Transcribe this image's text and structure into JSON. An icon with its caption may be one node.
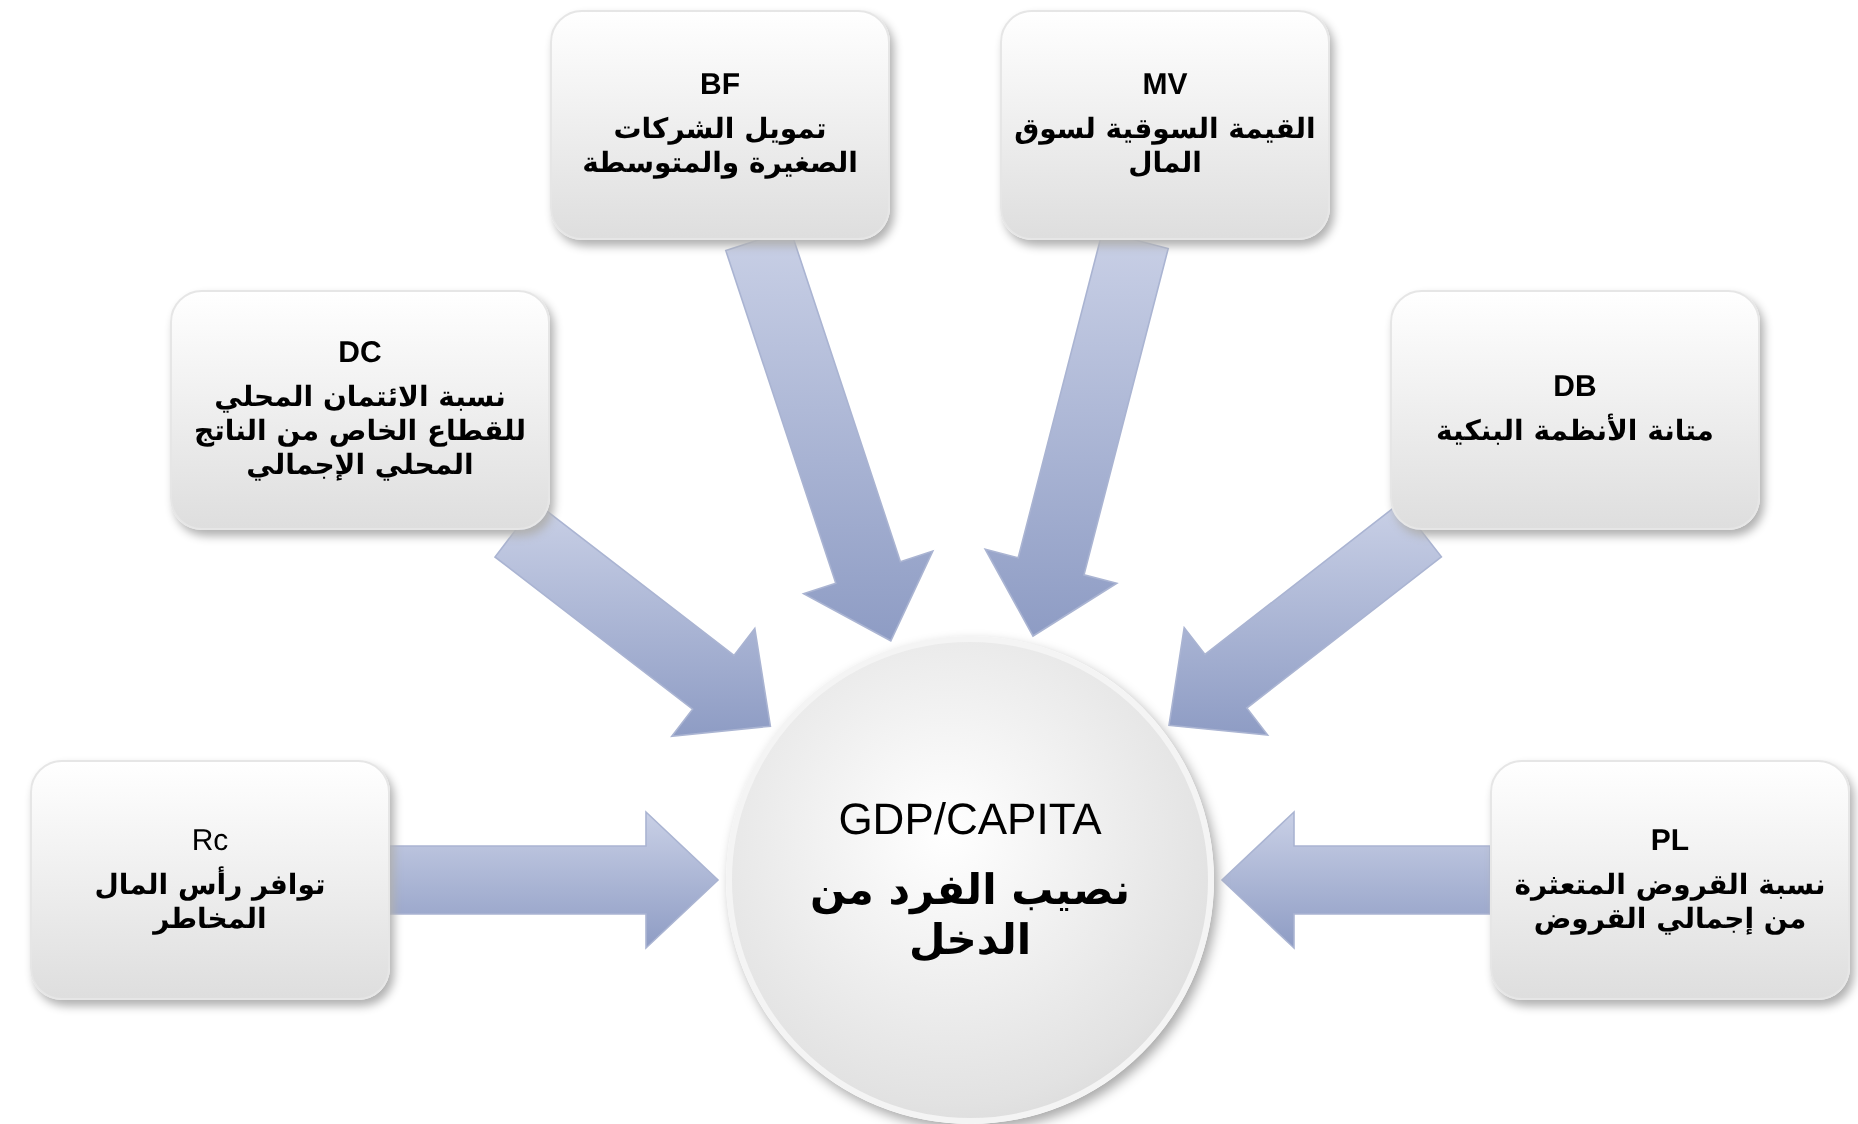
{
  "diagram": {
    "nodes": [
      {
        "text": [
          "BF",
          "تمويل الشركات الصغيرة والمتوسطة"
        ]
      },
      {
        "text": [
          "MV",
          "القيمة السوقية لسوق المال"
        ]
      },
      {
        "text": [
          "DC",
          "نسبة الائتمان المحلي للقطاع الخاص من الناتج المحلي الإجمالي"
        ]
      },
      {
        "text": [
          "DB",
          "متانة الأنظمة البنكية"
        ]
      },
      {
        "text": [
          "Rc",
          "توافر رأس المال المخاطر"
        ]
      },
      {
        "text": [
          "GDP/CAPITA",
          "نصيب الفرد من الدخل"
        ]
      },
      {
        "text": [
          "PL",
          "نسبة القروض المتعثرة من إجمالي القروض"
        ]
      }
    ],
    "edges": [
      {
        "from": 0,
        "to": 5,
        "arrow": "to"
      },
      {
        "from": 1,
        "to": 5,
        "arrow": "to"
      },
      {
        "from": 2,
        "to": 5,
        "arrow": "to"
      },
      {
        "from": 3,
        "to": 5,
        "arrow": "to"
      },
      {
        "from": 4,
        "to": 5,
        "arrow": "to"
      },
      {
        "from": 6,
        "to": 5,
        "arrow": "to"
      }
    ]
  }
}
